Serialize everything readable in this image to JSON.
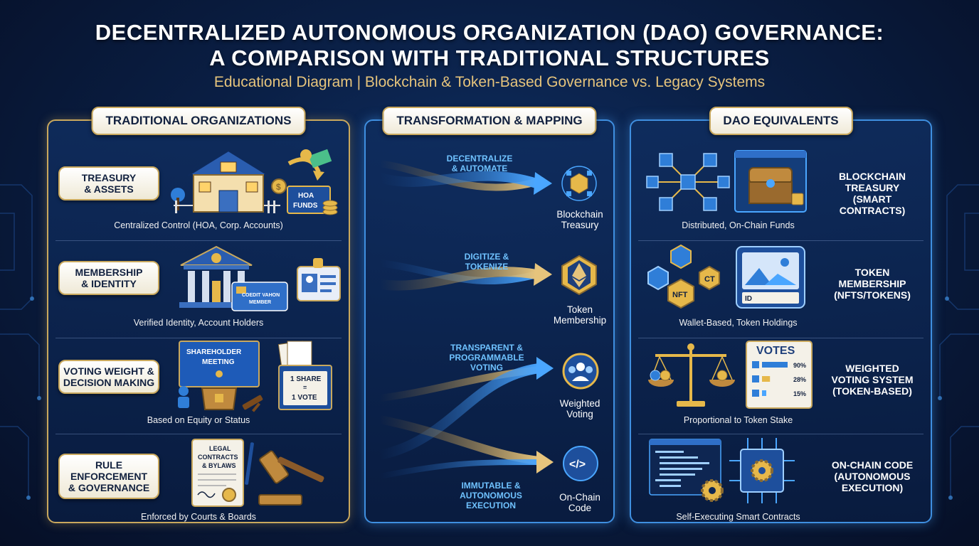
{
  "title_line1": "DECENTRALIZED AUTONOMOUS ORGANIZATION (DAO) GOVERNANCE:",
  "title_line2": "A COMPARISON WITH TRADITIONAL STRUCTURES",
  "subtitle": "Educational Diagram | Blockchain & Token-Based Governance vs. Legacy Systems",
  "colors": {
    "gold": "#c9a85d",
    "blue": "#3f8fe0",
    "bg": "#0a1f45",
    "cyan": "#6fc2ff"
  },
  "left": {
    "header": "TRADITIONAL ORGANIZATIONS",
    "rows": [
      {
        "tag_line1": "TREASURY",
        "tag_line2": "& ASSETS",
        "caption": "Centralized Control (HOA, Corp. Accounts)",
        "sign": "HOA",
        "sign2": "FUNDS",
        "icon": "house-icon"
      },
      {
        "tag_line1": "MEMBERSHIP",
        "tag_line2": "& IDENTITY",
        "caption": "Verified Identity, Account Holders",
        "card_line1": "COEDIT VAHON",
        "card_line2": "MEMBER",
        "icon": "bank-icon"
      },
      {
        "tag_line1": "VOTING WEIGHT &",
        "tag_line2": "DECISION MAKING",
        "caption": "Based on Equity or Status",
        "screen_line1": "SHAREHOLDER",
        "screen_line2": "MEETING",
        "box_line1": "1 SHARE",
        "box_line2": "=",
        "box_line3": "1 VOTE",
        "icon": "podium-icon"
      },
      {
        "tag_line1": "RULE ENFORCEMENT",
        "tag_line2": "& GOVERNANCE",
        "caption": "Enforced by Courts & Boards",
        "doc_line1": "LEGAL",
        "doc_line2": "CONTRACTS",
        "doc_line3": "& BYLAWS",
        "icon": "gavel-icon"
      }
    ]
  },
  "mid": {
    "header": "TRANSFORMATION & MAPPING",
    "flows": [
      {
        "text_line1": "DECENTRALIZE",
        "text_line2": "& AUTOMATE",
        "text_line3": "",
        "label_line1": "Blockchain",
        "label_line2": "Treasury",
        "icon": "cube-network-icon"
      },
      {
        "text_line1": "DIGITIZE &",
        "text_line2": "TOKENIZE",
        "text_line3": "",
        "label_line1": "Token",
        "label_line2": "Membership",
        "icon": "ethereum-icon"
      },
      {
        "text_line1": "TRANSPARENT &",
        "text_line2": "PROGRAMMABLE",
        "text_line3": "VOTING",
        "label_line1": "Weighted",
        "label_line2": "Voting",
        "icon": "group-icon"
      },
      {
        "text_line1": "IMMUTABLE &",
        "text_line2": "AUTONOMOUS",
        "text_line3": "EXECUTION",
        "label_line1": "On-Chain",
        "label_line2": "Code",
        "icon": "code-icon"
      }
    ]
  },
  "right": {
    "header": "DAO EQUIVALENTS",
    "rows": [
      {
        "label_line1": "BLOCKCHAIN",
        "label_line2": "TREASURY",
        "label_line3": "(SMART CONTRACTS)",
        "caption": "Distributed, On-Chain Funds",
        "icon": "treasure-chest-icon"
      },
      {
        "label_line1": "TOKEN",
        "label_line2": "MEMBERSHIP",
        "label_line3": "(NFTS/TOKENS)",
        "caption": "Wallet-Based, Token Holdings",
        "nft": "NFT",
        "id_text": "ID",
        "icon": "wallet-icon"
      },
      {
        "label_line1": "WEIGHTED",
        "label_line2": "VOTING SYSTEM",
        "label_line3": "(TOKEN-BASED)",
        "caption": "Proportional to Token Stake",
        "votes_title": "VOTES",
        "vote_values": [
          "90%",
          "28%",
          "15%"
        ],
        "vote_shares": [
          0.9,
          0.28,
          0.15
        ],
        "icon": "scale-icon"
      },
      {
        "label_line1": "ON-CHAIN CODE",
        "label_line2": "(AUTONOMOUS",
        "label_line3": "EXECUTION)",
        "caption": "Self-Executing Smart Contracts",
        "icon": "chip-gear-icon"
      }
    ]
  }
}
